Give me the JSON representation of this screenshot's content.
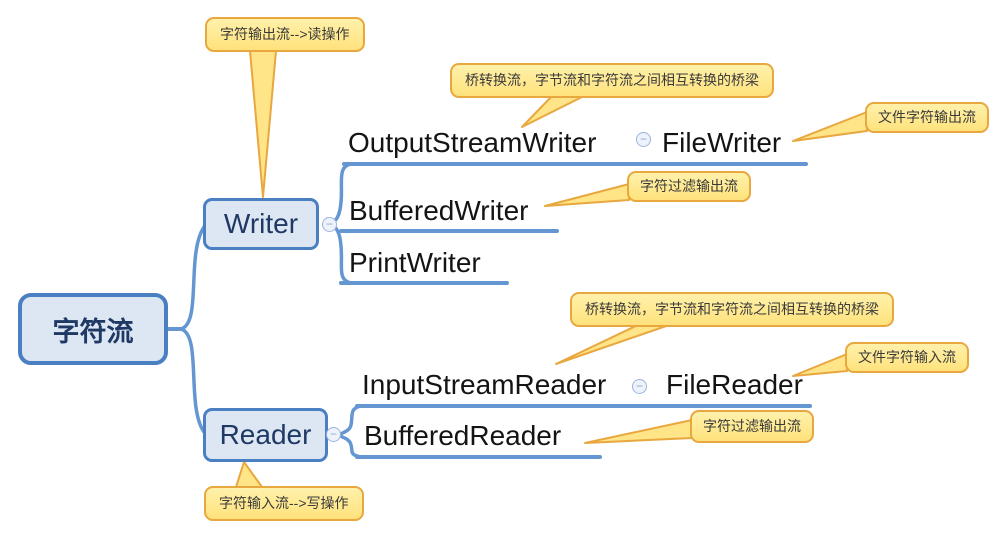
{
  "root": {
    "label": "字符流"
  },
  "writer": {
    "label": "Writer",
    "children": {
      "output_stream_writer": "OutputStreamWriter",
      "file_writer": "FileWriter",
      "buffered_writer": "BufferedWriter",
      "print_writer": "PrintWriter"
    }
  },
  "reader": {
    "label": "Reader",
    "children": {
      "input_stream_reader": "InputStreamReader",
      "file_reader": "FileReader",
      "buffered_reader": "BufferedReader"
    }
  },
  "callouts": {
    "writer_note": "字符输出流-->读操作",
    "output_stream_writer_note": "桥转换流，字节流和字符流之间相互转换的桥梁",
    "file_writer_note": "文件字符输出流",
    "buffered_writer_note": "字符过滤输出流",
    "input_stream_reader_note": "桥转换流，字节流和字符流之间相互转换的桥梁",
    "file_reader_note": "文件字符输入流",
    "buffered_reader_note": "字符过滤输出流",
    "reader_note": "字符输入流-->写操作"
  },
  "icons": {
    "collapse_glyph": "−"
  },
  "colors": {
    "node_fill": "#dce7f3",
    "node_border": "#4a7fc1",
    "connector_blue": "#6496d2",
    "callout_fill": "#ffe88f",
    "callout_border": "#e8a73f",
    "node_text": "#1f3864",
    "topic_text": "#141414"
  }
}
